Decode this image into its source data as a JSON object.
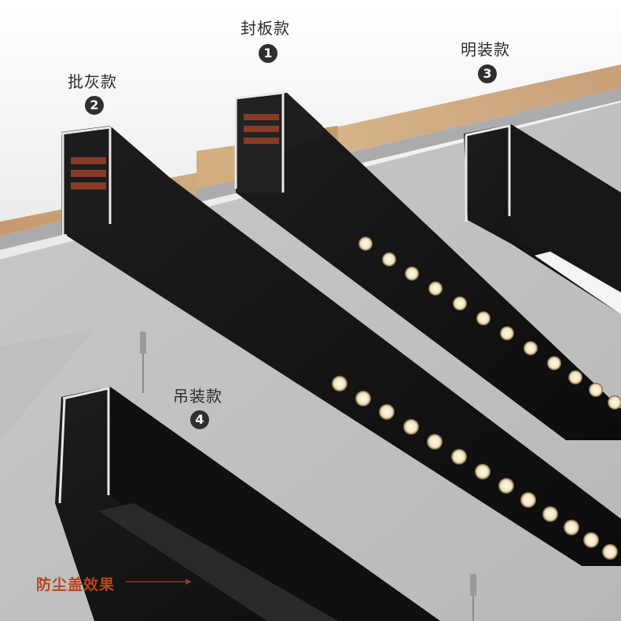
{
  "product_variants": [
    {
      "number": "1",
      "label": "封板款"
    },
    {
      "number": "2",
      "label": "批灰款"
    },
    {
      "number": "3",
      "label": "明装款"
    },
    {
      "number": "4",
      "label": "吊装款"
    }
  ],
  "callout": {
    "label": "防尘盖效果"
  },
  "colors": {
    "background": "#d6d6d6",
    "track_black": "#141414",
    "wood": "#c9a27a",
    "callout_text": "#b5451b",
    "badge": "#2f2f2f",
    "led_warm": "#fff3d6"
  }
}
